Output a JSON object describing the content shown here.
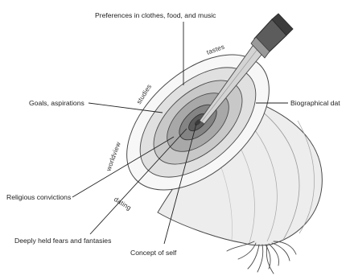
{
  "callouts": {
    "top": "Preferences in clothes, food, and music",
    "goals": "Goals, aspirations",
    "biographical": "Biographical dat",
    "religious": "Religious convictions",
    "fears": "Deeply held fears and fantasies",
    "self": "Concept of self"
  },
  "ring_labels": {
    "tastes": "tastes",
    "studies": "studies",
    "worldview": "worldview",
    "dating": "dating"
  },
  "colors": {
    "outline": "#4a4a4a",
    "bulb_body": "#ededed",
    "outer_ring": "#f7f7f7",
    "ring2": "#e0e0e0",
    "ring3": "#c8c8c8",
    "ring4": "#a8a8a8",
    "ring5": "#848484",
    "core": "#5a5a5a",
    "knife_light": "#d4d4d4",
    "knife_dark": "#5c5c5c",
    "text": "#222222"
  }
}
